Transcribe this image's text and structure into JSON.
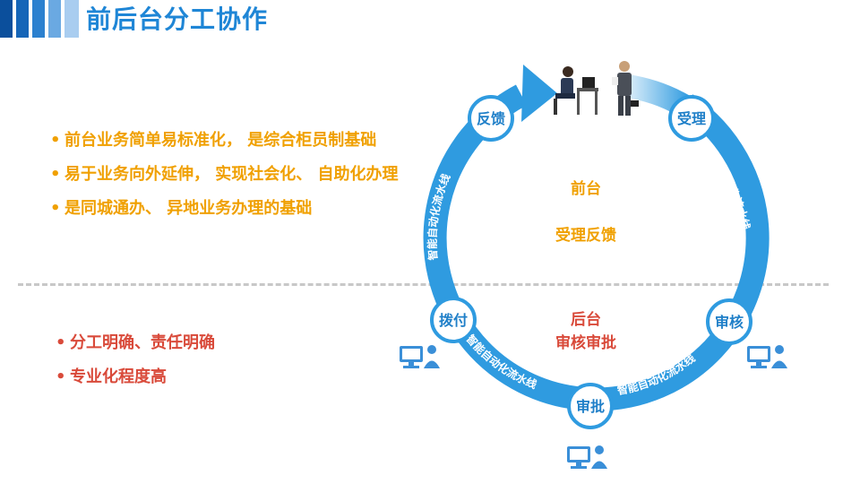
{
  "title": "前后台分工协作",
  "colors": {
    "title": "#1f86d6",
    "bullet_orange": "#f0a000",
    "bullet_red": "#d94a3a",
    "ring": "#2f9be0",
    "node_text": "#1f7fc8"
  },
  "front_bullets": [
    "前台业务简单易标准化， 是综合柜员制基础",
    "易于业务向外延伸， 实现社会化、 自助化办理",
    "是同城通办、 异地业务办理的基础"
  ],
  "back_bullets": [
    "分工明确、责任明确",
    "专业化程度高"
  ],
  "diagram": {
    "nodes": {
      "feedback": "反馈",
      "accept": "受理",
      "review": "审核",
      "approve": "审批",
      "allocate": "拨付"
    },
    "ring_label": "智能自动化流水线",
    "front_label": "前台",
    "front_desc": "受理反馈",
    "back_label": "后台",
    "back_desc": "审核审批"
  }
}
